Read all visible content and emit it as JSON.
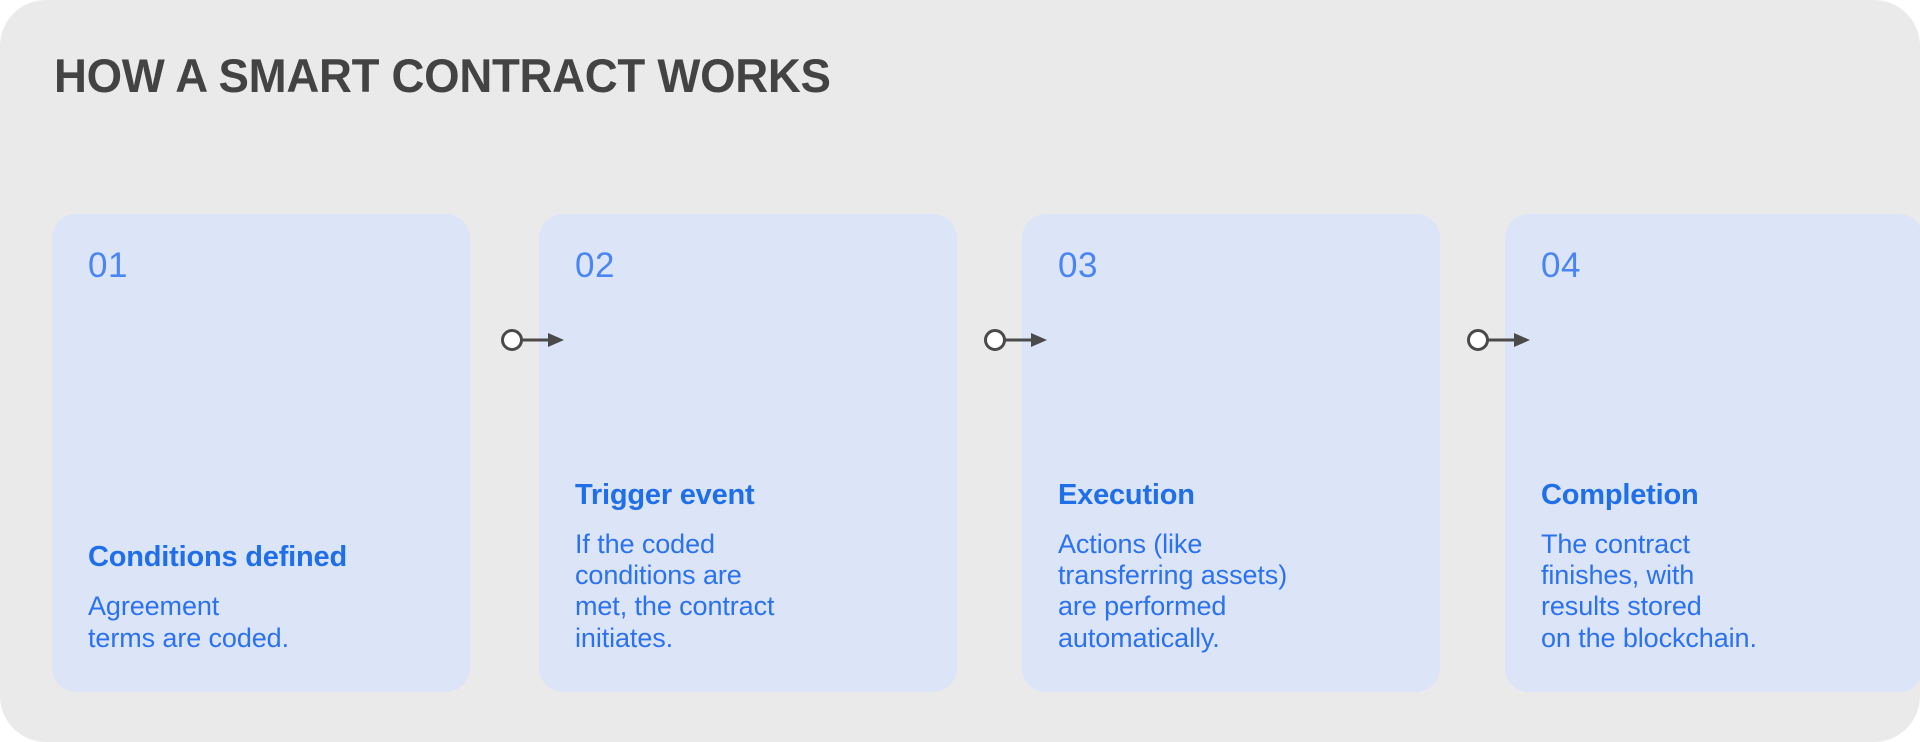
{
  "header": {
    "title": "HOW A SMART CONTRACT WORKS"
  },
  "colors": {
    "page_background": "#ebeaea",
    "card_background": "#dce4f7",
    "accent_blue": "#2a72f0",
    "number_blue": "#4a85f5",
    "heading_blue": "#1f6feb",
    "title_gray": "#434343",
    "connector_stroke": "#4a4a4a",
    "connector_fill": "#ffffff"
  },
  "steps": [
    {
      "number": "01",
      "heading": "Conditions\ndefined",
      "text": "Agreement\nterms are coded."
    },
    {
      "number": "02",
      "heading": "Trigger event",
      "text": "If the coded\nconditions are\nmet, the contract\ninitiates."
    },
    {
      "number": "03",
      "heading": "Execution",
      "text": "Actions (like\ntransferring assets)\nare performed\nautomatically."
    },
    {
      "number": "04",
      "heading": "Completion",
      "text": "The contract\nfinishes, with\nresults stored\non the blockchain."
    }
  ],
  "connectors": [
    {
      "icon": "circle-arrow-right-icon"
    },
    {
      "icon": "circle-arrow-right-icon"
    },
    {
      "icon": "circle-arrow-right-icon"
    }
  ]
}
